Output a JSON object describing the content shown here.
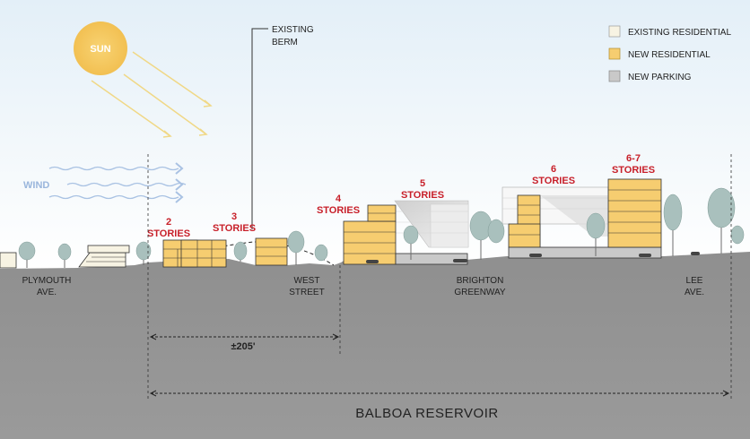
{
  "legend": {
    "existing_residential": "EXISTING RESIDENTIAL",
    "new_residential": "NEW RESIDENTIAL",
    "new_parking": "NEW PARKING"
  },
  "labels": {
    "sun": "SUN",
    "wind": "WIND",
    "existing_berm_line1": "EXISTING",
    "existing_berm_line2": "BERM",
    "stories_2_num": "2",
    "stories_3_num": "3",
    "stories_4_num": "4",
    "stories_5_num": "5",
    "stories_6_num": "6",
    "stories_67_num": "6-7",
    "stories_word": "STORIES",
    "plymouth_line1": "PLYMOUTH",
    "plymouth_line2": "AVE.",
    "west_line1": "WEST",
    "west_line2": "STREET",
    "brighton_line1": "BRIGHTON",
    "brighton_line2": "GREENWAY",
    "lee_line1": "LEE",
    "lee_line2": "AVE.",
    "dim_205": "±205'",
    "balboa": "BALBOA RESERVOIR"
  },
  "colors": {
    "new_residential": "#f6cd70",
    "existing_residential": "#f7f3e3",
    "new_parking": "#c9c9c9",
    "ground": "#8c8c8c",
    "story_label": "#c8202a",
    "sun": "#f6c960",
    "wind": "#9ab6dc"
  },
  "icons": [
    "sun-icon",
    "wind-arrows-icon",
    "tree-icon",
    "car-icon"
  ]
}
